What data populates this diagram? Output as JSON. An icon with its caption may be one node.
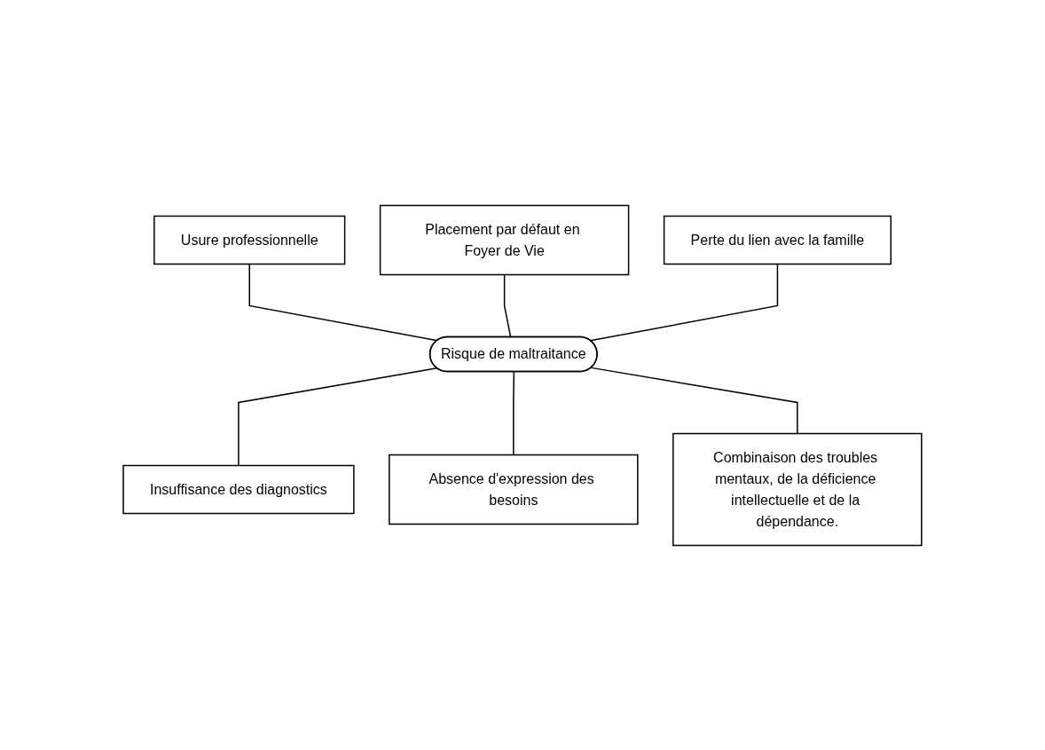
{
  "diagram": {
    "nodes": [
      {
        "text": [
          "Usure professionnelle"
        ]
      },
      {
        "text": [
          "Placement par défaut en Foyer de Vie"
        ]
      },
      {
        "text": [
          "Perte du lien avec la famille"
        ]
      },
      {
        "text": [
          "Risque de maltraitance"
        ]
      },
      {
        "text": [
          "Insuffisance des diagnostics"
        ]
      },
      {
        "text": [
          "Absence d'expression des besoins"
        ]
      },
      {
        "text": [
          "Combinaison des troubles mentaux, de la déficience intellectuelle et de la dépendance."
        ]
      }
    ],
    "edges": [
      {
        "from": 0,
        "to": 3,
        "arrow": "none"
      },
      {
        "from": 1,
        "to": 3,
        "arrow": "none"
      },
      {
        "from": 2,
        "to": 3,
        "arrow": "none"
      },
      {
        "from": 3,
        "to": 4,
        "arrow": "none"
      },
      {
        "from": 3,
        "to": 5,
        "arrow": "none"
      },
      {
        "from": 3,
        "to": 6,
        "arrow": "none"
      }
    ]
  }
}
